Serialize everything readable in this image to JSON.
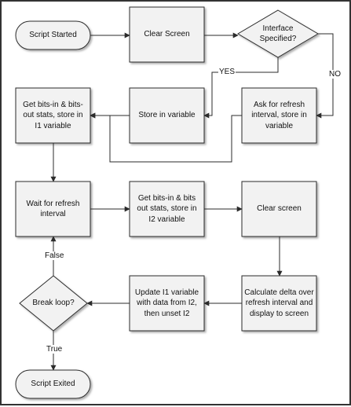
{
  "nodes": {
    "script_started": "Script Started",
    "clear_screen_1": "Clear Screen",
    "interface_specified": "Interface Specified?",
    "store_variable": "Store in variable",
    "get_bits_i1": "Get bits-in & bits-out stats, store in I1 variable",
    "ask_refresh": "Ask for refresh interval, store in variable",
    "wait_refresh": "Wait for refresh interval",
    "get_bits_i2": "Get bits-in & bits out stats, store in I2 variable",
    "clear_screen_2": "Clear screen",
    "break_loop": "Break loop?",
    "update_i1": "Update I1 variable with data from I2, then unset I2",
    "calc_delta": "Calculate delta over refresh interval and display to screen",
    "script_exited": "Script Exited"
  },
  "edges": {
    "yes": "YES",
    "no": "NO",
    "false": "False",
    "true": "True"
  },
  "colors": {
    "box_fill": "#f2f2f2",
    "stroke": "#2b2b2b",
    "shadow": "#bdbdbd"
  }
}
